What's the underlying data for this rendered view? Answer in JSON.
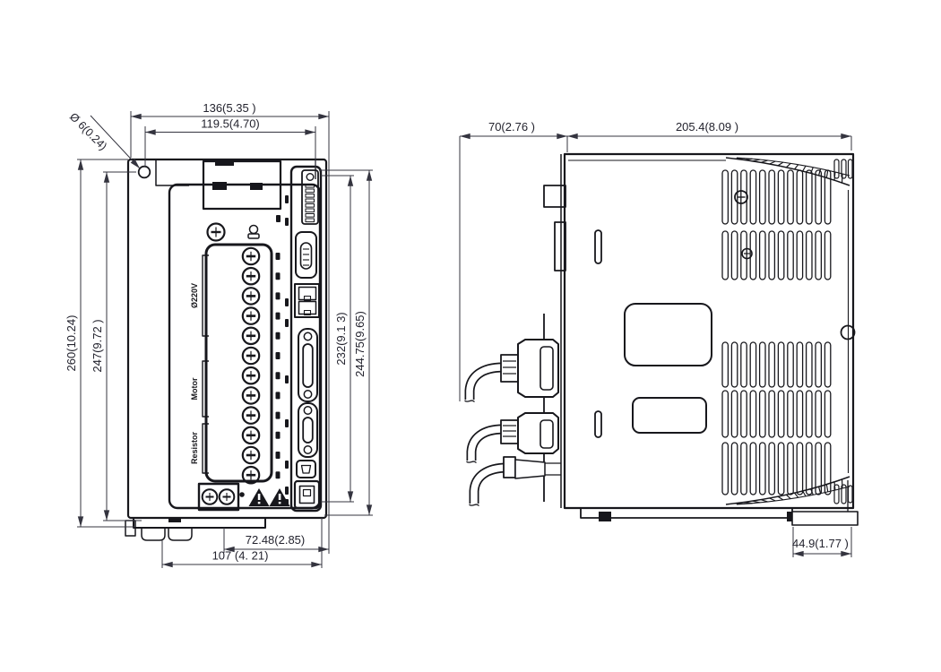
{
  "drawing": {
    "front": {
      "dims": {
        "overall_width": "136(5.35 )",
        "hole_pitch_w": "119.5(4.70)",
        "hole_dia": "Ø 6(0.24)",
        "overall_h": "260(10.24)",
        "hole_pitch_h": "247(9.72 )",
        "panel_h": "232(9.1 3)",
        "panel_h_full": "244.75(9.65)",
        "conn_w": "72.48(2.85)",
        "body_w": "107 (4. 21)"
      },
      "labels": {
        "power": "Ø220V",
        "motor": "Motor",
        "resistor": "Resistor"
      }
    },
    "side": {
      "dims": {
        "front_depth": "70(2.76 )",
        "body_depth": "205.4(8.09 )",
        "rear_bottom": "44.9(1.77 )"
      }
    },
    "icons": [
      "mounting-hole-icon",
      "warning-triangle-icon",
      "ground-screw-icon",
      "brand-mark-icon"
    ]
  }
}
